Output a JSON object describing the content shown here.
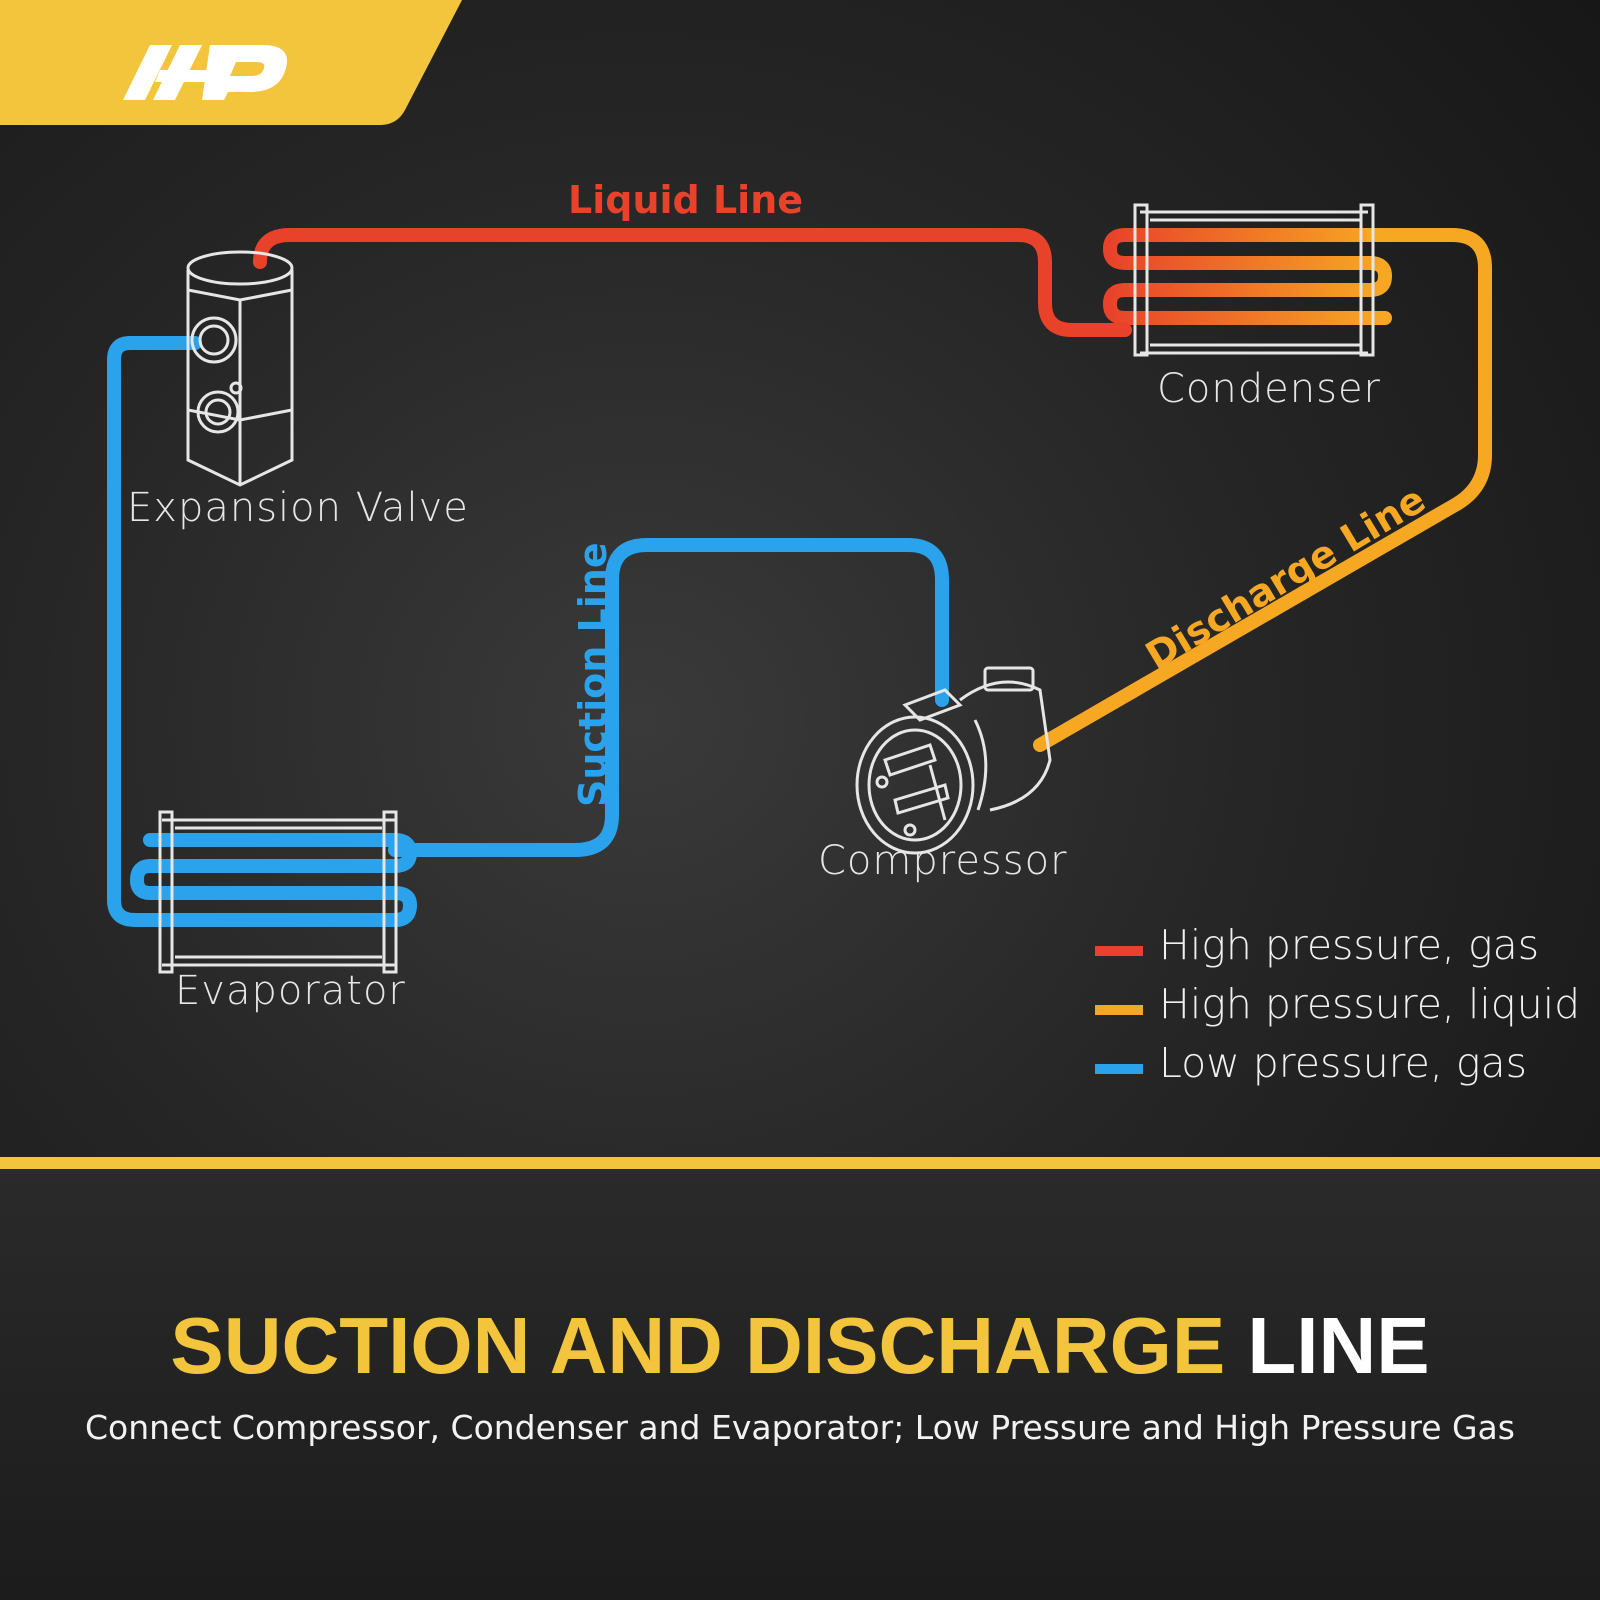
{
  "brand": {
    "accent": "#f2c53d",
    "logo": "a-premium-logo-icon"
  },
  "colors": {
    "high_gas": "#e8432a",
    "high_liquid": "#f7a823",
    "low_gas": "#2aa3ec"
  },
  "components": {
    "expansion_valve": "Expansion Valve",
    "condenser": "Condenser",
    "compressor": "Compressor",
    "evaporator": "Evaporator"
  },
  "lines": {
    "liquid": "Liquid Line",
    "discharge": "Discharge Line",
    "suction": "Suction Line"
  },
  "legend": [
    {
      "label": "High pressure, gas",
      "color": "#e8432a"
    },
    {
      "label": "High pressure, liquid",
      "color": "#f7a823"
    },
    {
      "label": "Low pressure, gas",
      "color": "#2aa3ec"
    }
  ],
  "headline": {
    "highlight": "SUCTION AND DISCHARGE",
    "rest": "LINE"
  },
  "subheadline": "Connect Compressor, Condenser and Evaporator; Low Pressure and High Pressure Gas"
}
